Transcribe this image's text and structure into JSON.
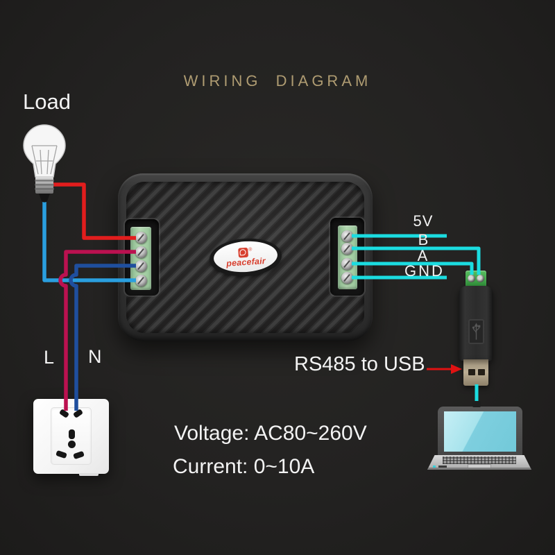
{
  "title": "WIRING DIAGRAM",
  "labels": {
    "load": "Load",
    "line": "L",
    "neutral": "N",
    "pin_5v": "5V",
    "pin_b": "B",
    "pin_a": "A",
    "pin_gnd": "GND",
    "adapter": "RS485 to USB",
    "voltage": "Voltage: AC80~260V",
    "current": "Current: 0~10A"
  },
  "device": {
    "brand": "peacefair",
    "registered_mark": "®"
  },
  "colors": {
    "background": "#232221",
    "title_gold": "#af9c72",
    "text_white": "#f3f3f3",
    "wire_red": "#e21d1d",
    "wire_crimson": "#bb1150",
    "wire_blue": "#1f4f9e",
    "wire_skyblue": "#2a9fdf",
    "wire_turquoise": "#1bdce0",
    "arrow_red": "#e01212",
    "terminal_green": "#9cc79b",
    "adapter_green": "#3ea64a",
    "logo_red": "#d8402f",
    "bulb_glass": "#f7f7f7",
    "socket_white": "#fafafa"
  }
}
